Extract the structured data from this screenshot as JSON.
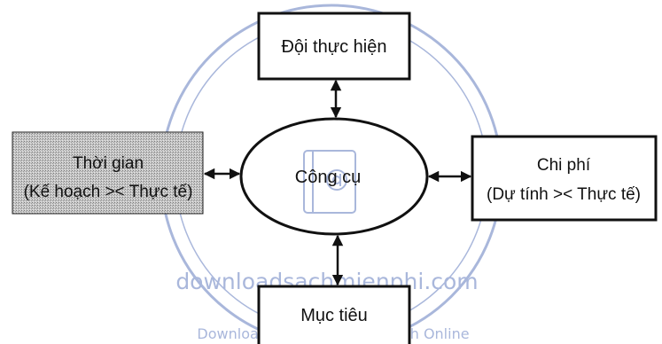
{
  "nodes": {
    "team": {
      "label": "Đội thực hiện"
    },
    "time": {
      "line1": "Thời gian",
      "line2": "(Kế hoạch >< Thực tế)"
    },
    "tool": {
      "label": "Công cụ"
    },
    "cost": {
      "line1": "Chi phí",
      "line2": "(Dự tính >< Thực tế)"
    },
    "goal": {
      "label": "Mục tiêu"
    }
  },
  "watermark": {
    "site": "downloadsachmienphi.com",
    "tagline": "Download Sách Hay | Đọc Sách Online"
  },
  "colors": {
    "stroke": "#111111",
    "shaded_fill": "#b8b8b8",
    "watermark": "#8d9fd0"
  }
}
